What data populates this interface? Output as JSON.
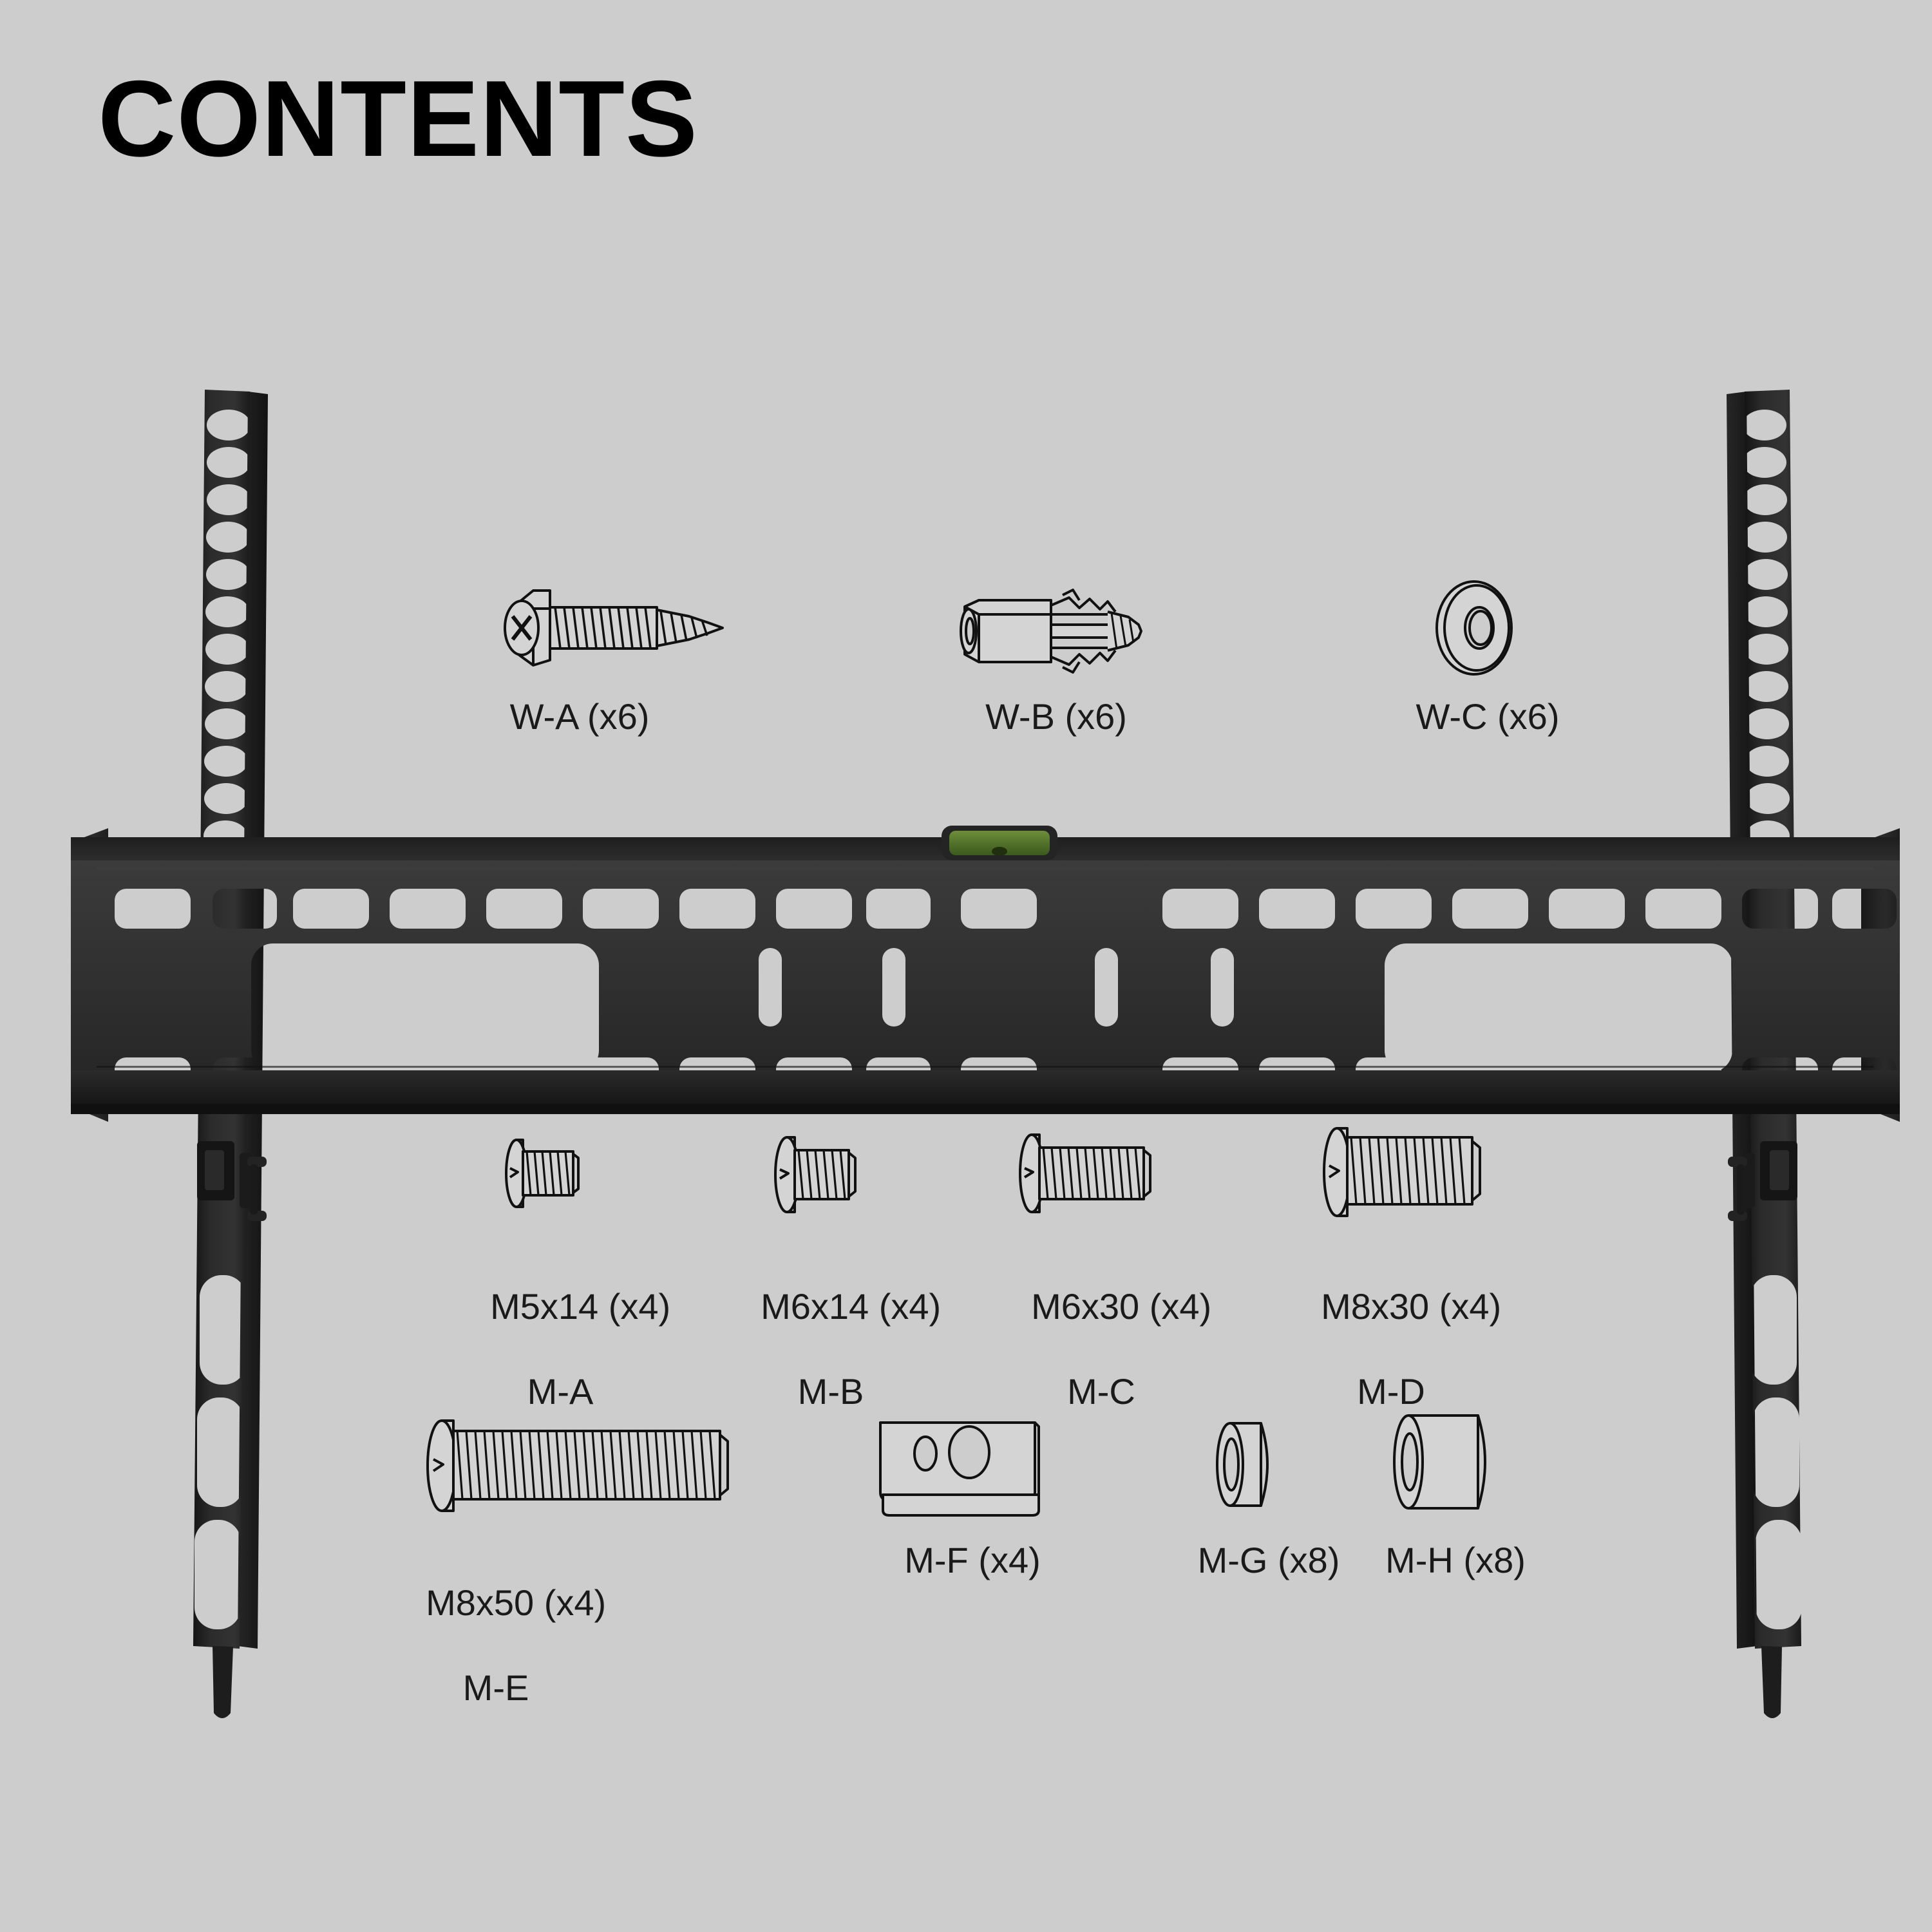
{
  "page": {
    "title": "CONTENTS",
    "background_color": "#cdcdcd",
    "ink_color": "#1a1a1a"
  },
  "hardware": {
    "wall_row": [
      {
        "id": "W-A",
        "label": "W-A (x6)",
        "icon": "lag-screw-icon",
        "quantity": 6
      },
      {
        "id": "W-B",
        "label": "W-B (x6)",
        "icon": "wall-anchor-icon",
        "quantity": 6
      },
      {
        "id": "W-C",
        "label": "W-C (x6)",
        "icon": "flat-washer-icon",
        "quantity": 6
      }
    ],
    "machine_screw_row": [
      {
        "id": "M-A",
        "label": "M5x14 (x4)",
        "sublabel": "M-A",
        "icon": "pan-head-screw-icon",
        "size": "M5x14",
        "quantity": 4
      },
      {
        "id": "M-B",
        "label": "M6x14 (x4)",
        "sublabel": "M-B",
        "icon": "pan-head-screw-icon",
        "size": "M6x14",
        "quantity": 4
      },
      {
        "id": "M-C",
        "label": "M6x30 (x4)",
        "sublabel": "M-C",
        "icon": "pan-head-screw-icon",
        "size": "M6x30",
        "quantity": 4
      },
      {
        "id": "M-D",
        "label": "M8x30 (x4)",
        "sublabel": "M-D",
        "icon": "pan-head-screw-icon",
        "size": "M8x30",
        "quantity": 4
      }
    ],
    "spacer_row": [
      {
        "id": "M-E",
        "label": "M8x50 (x4)",
        "sublabel": "M-E",
        "icon": "pan-head-screw-icon",
        "size": "M8x50",
        "quantity": 4
      },
      {
        "id": "M-F",
        "label": "M-F (x4)",
        "sublabel": "",
        "icon": "adapter-plate-icon",
        "quantity": 4
      },
      {
        "id": "M-G",
        "label": "M-G (x8)",
        "sublabel": "",
        "icon": "short-spacer-icon",
        "quantity": 8
      },
      {
        "id": "M-H",
        "label": "M-H (x8)",
        "sublabel": "",
        "icon": "tall-spacer-icon",
        "quantity": 8
      }
    ]
  },
  "bracket": {
    "name": "tilting-tv-wall-mount-bracket",
    "body_color": "#2e2e2e",
    "edge_color": "#1a1a1a",
    "bubble_level": {
      "name": "bubble-level",
      "vial_color": "#4f6f27",
      "housing_color": "#242424"
    }
  }
}
